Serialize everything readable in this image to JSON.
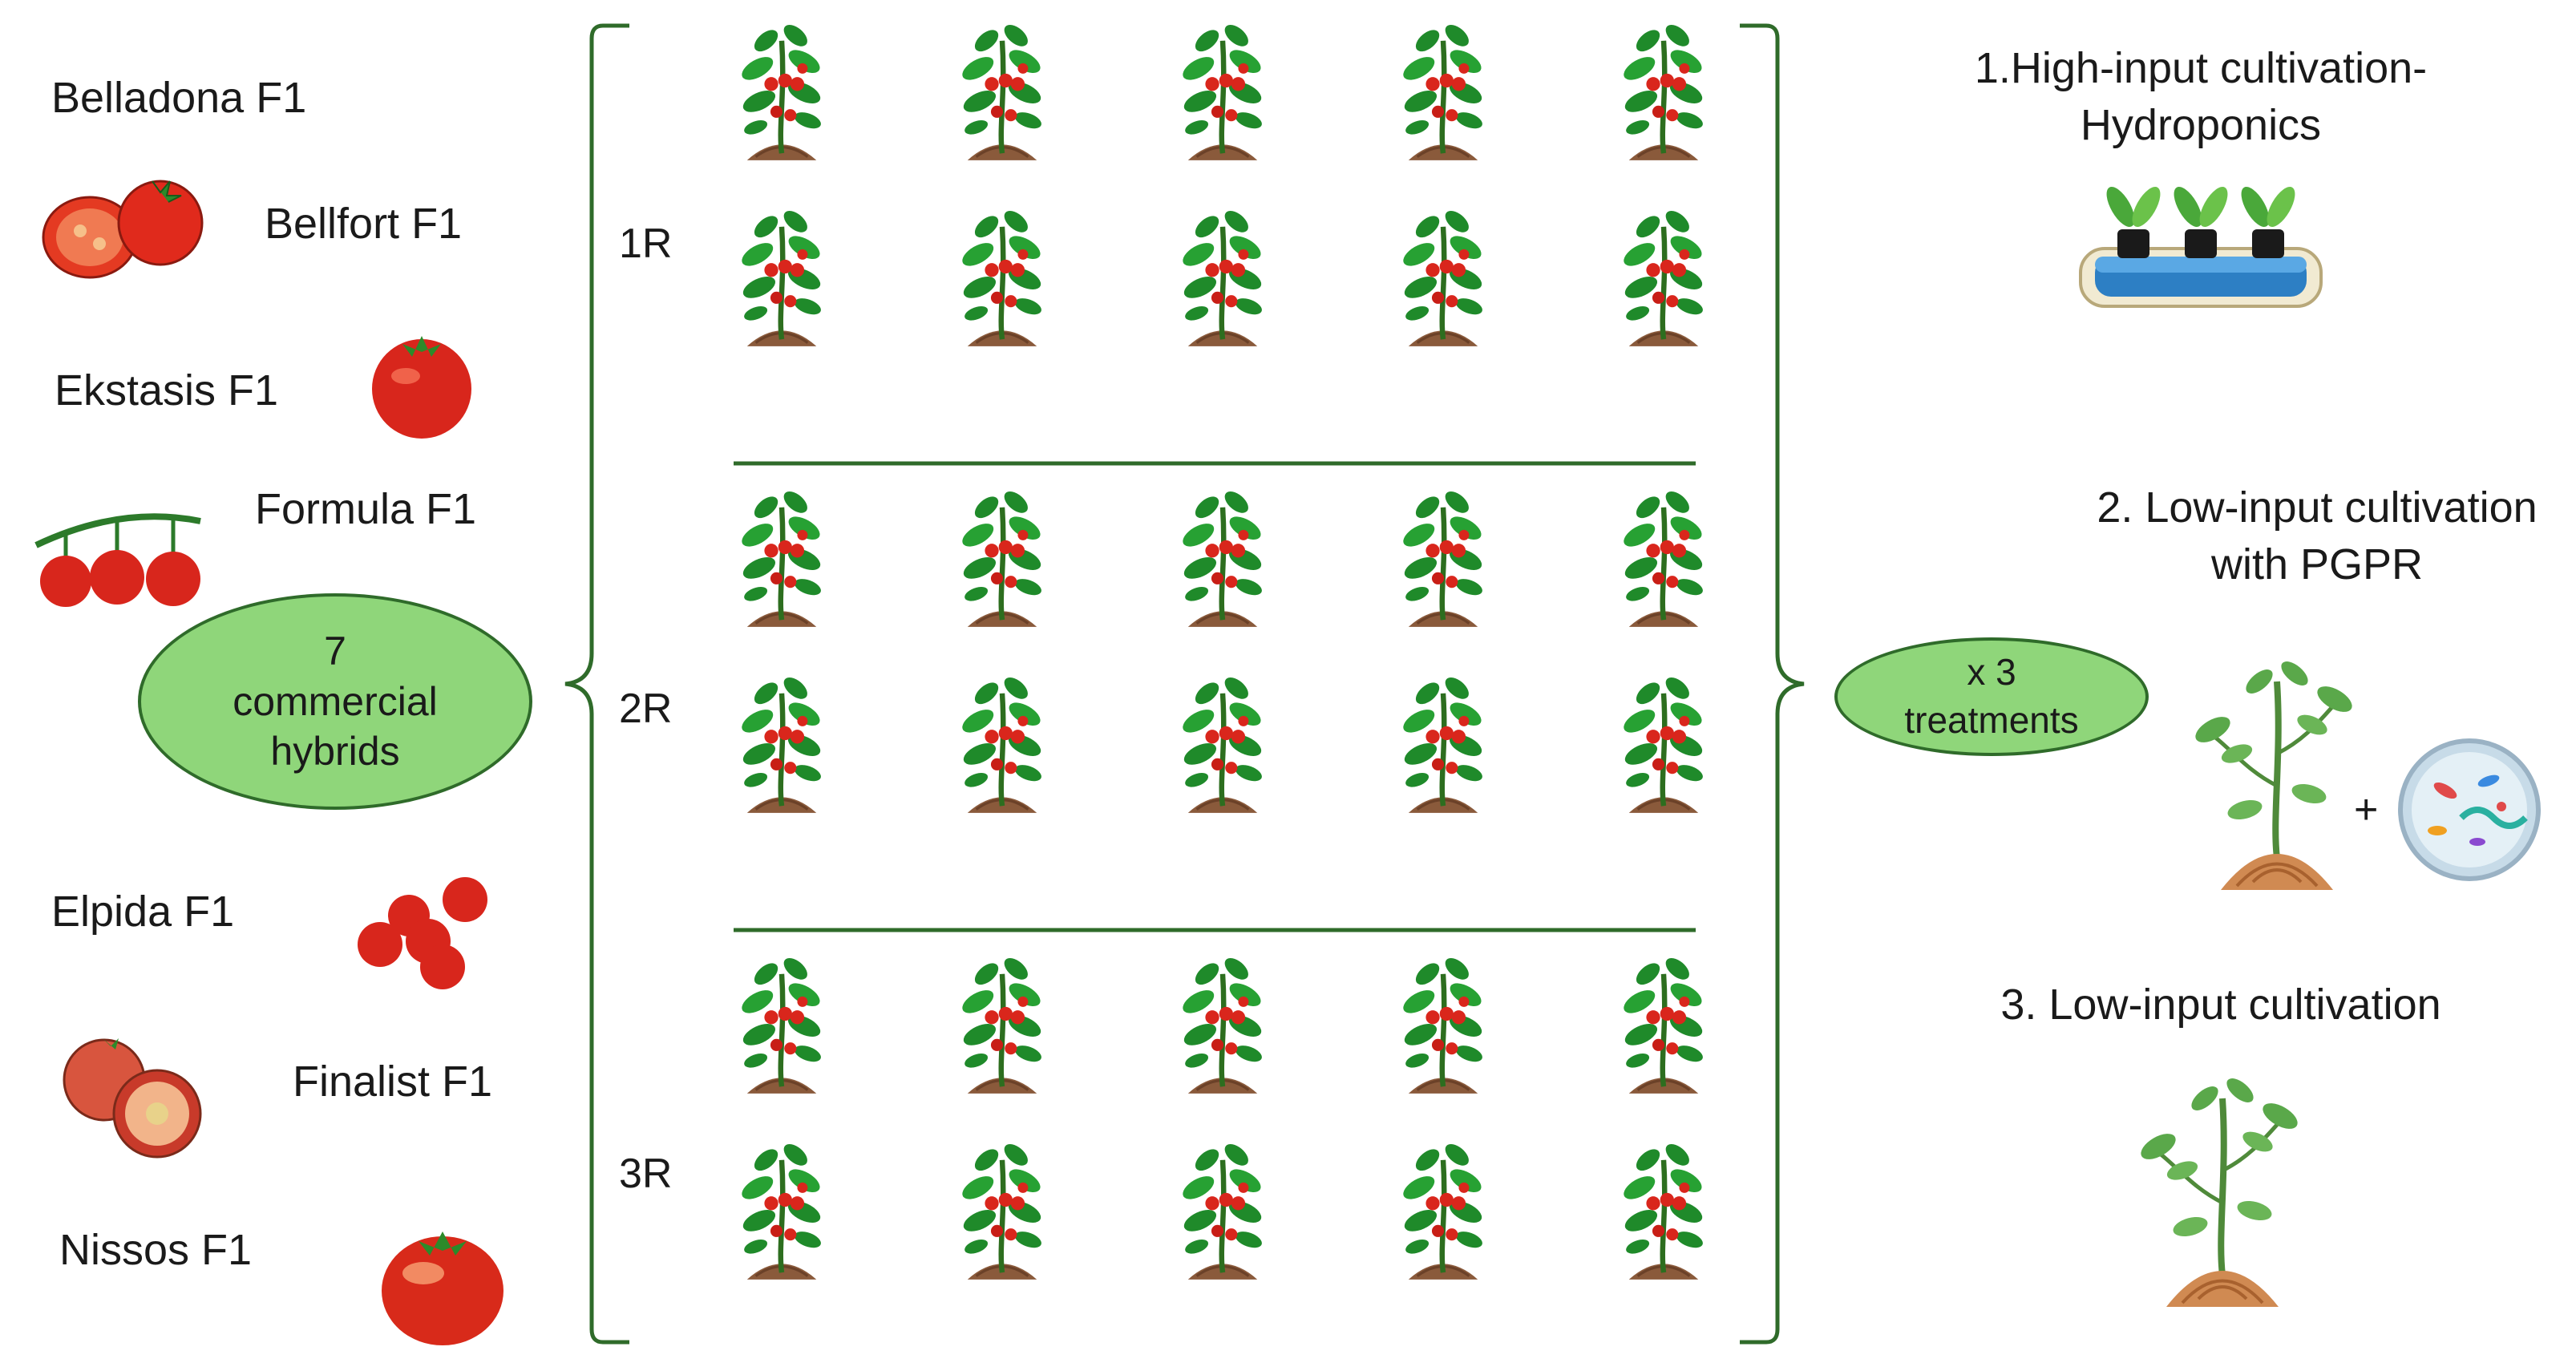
{
  "hybrids": [
    {
      "name": "Belladona F1",
      "icon": "none"
    },
    {
      "name": "Bellfort F1",
      "icon": "sliced-tomato-icon"
    },
    {
      "name": "Ekstasis F1",
      "icon": "round-tomato-icon"
    },
    {
      "name": "Formula F1",
      "icon": "cherry-vine-tomato-icon"
    },
    {
      "name": "Elpida F1",
      "icon": "cherry-tomatoes-icon"
    },
    {
      "name": "Finalist F1",
      "icon": "halved-tomato-icon"
    },
    {
      "name": "Nissos F1",
      "icon": "beefsteak-tomato-icon"
    }
  ],
  "hybrids_group_label": "7\ncommercial\nhybrids",
  "replicates": [
    "1R",
    "2R",
    "3R"
  ],
  "plants_per_row": 5,
  "rows_per_replicate": 2,
  "treatments_label": "x 3\ntreatments",
  "treatments": [
    {
      "line1": "1.High-input cultivation-",
      "line2": "Hydroponics",
      "icon": "hydroponics-icon"
    },
    {
      "line1": "2. Low-input cultivation",
      "line2": "with PGPR",
      "icon": "plant-plus-bacteria-icon"
    },
    {
      "line1": "3. Low-input cultivation",
      "line2": "",
      "icon": "plant-with-roots-icon"
    }
  ],
  "plus_sign": "+",
  "colors": {
    "ellipse_fill": "#8fd67a",
    "bracket": "#2f6b2a",
    "leaf": "#1f8a2a",
    "tomato": "#d9261c",
    "soil": "#8a5a3b"
  }
}
